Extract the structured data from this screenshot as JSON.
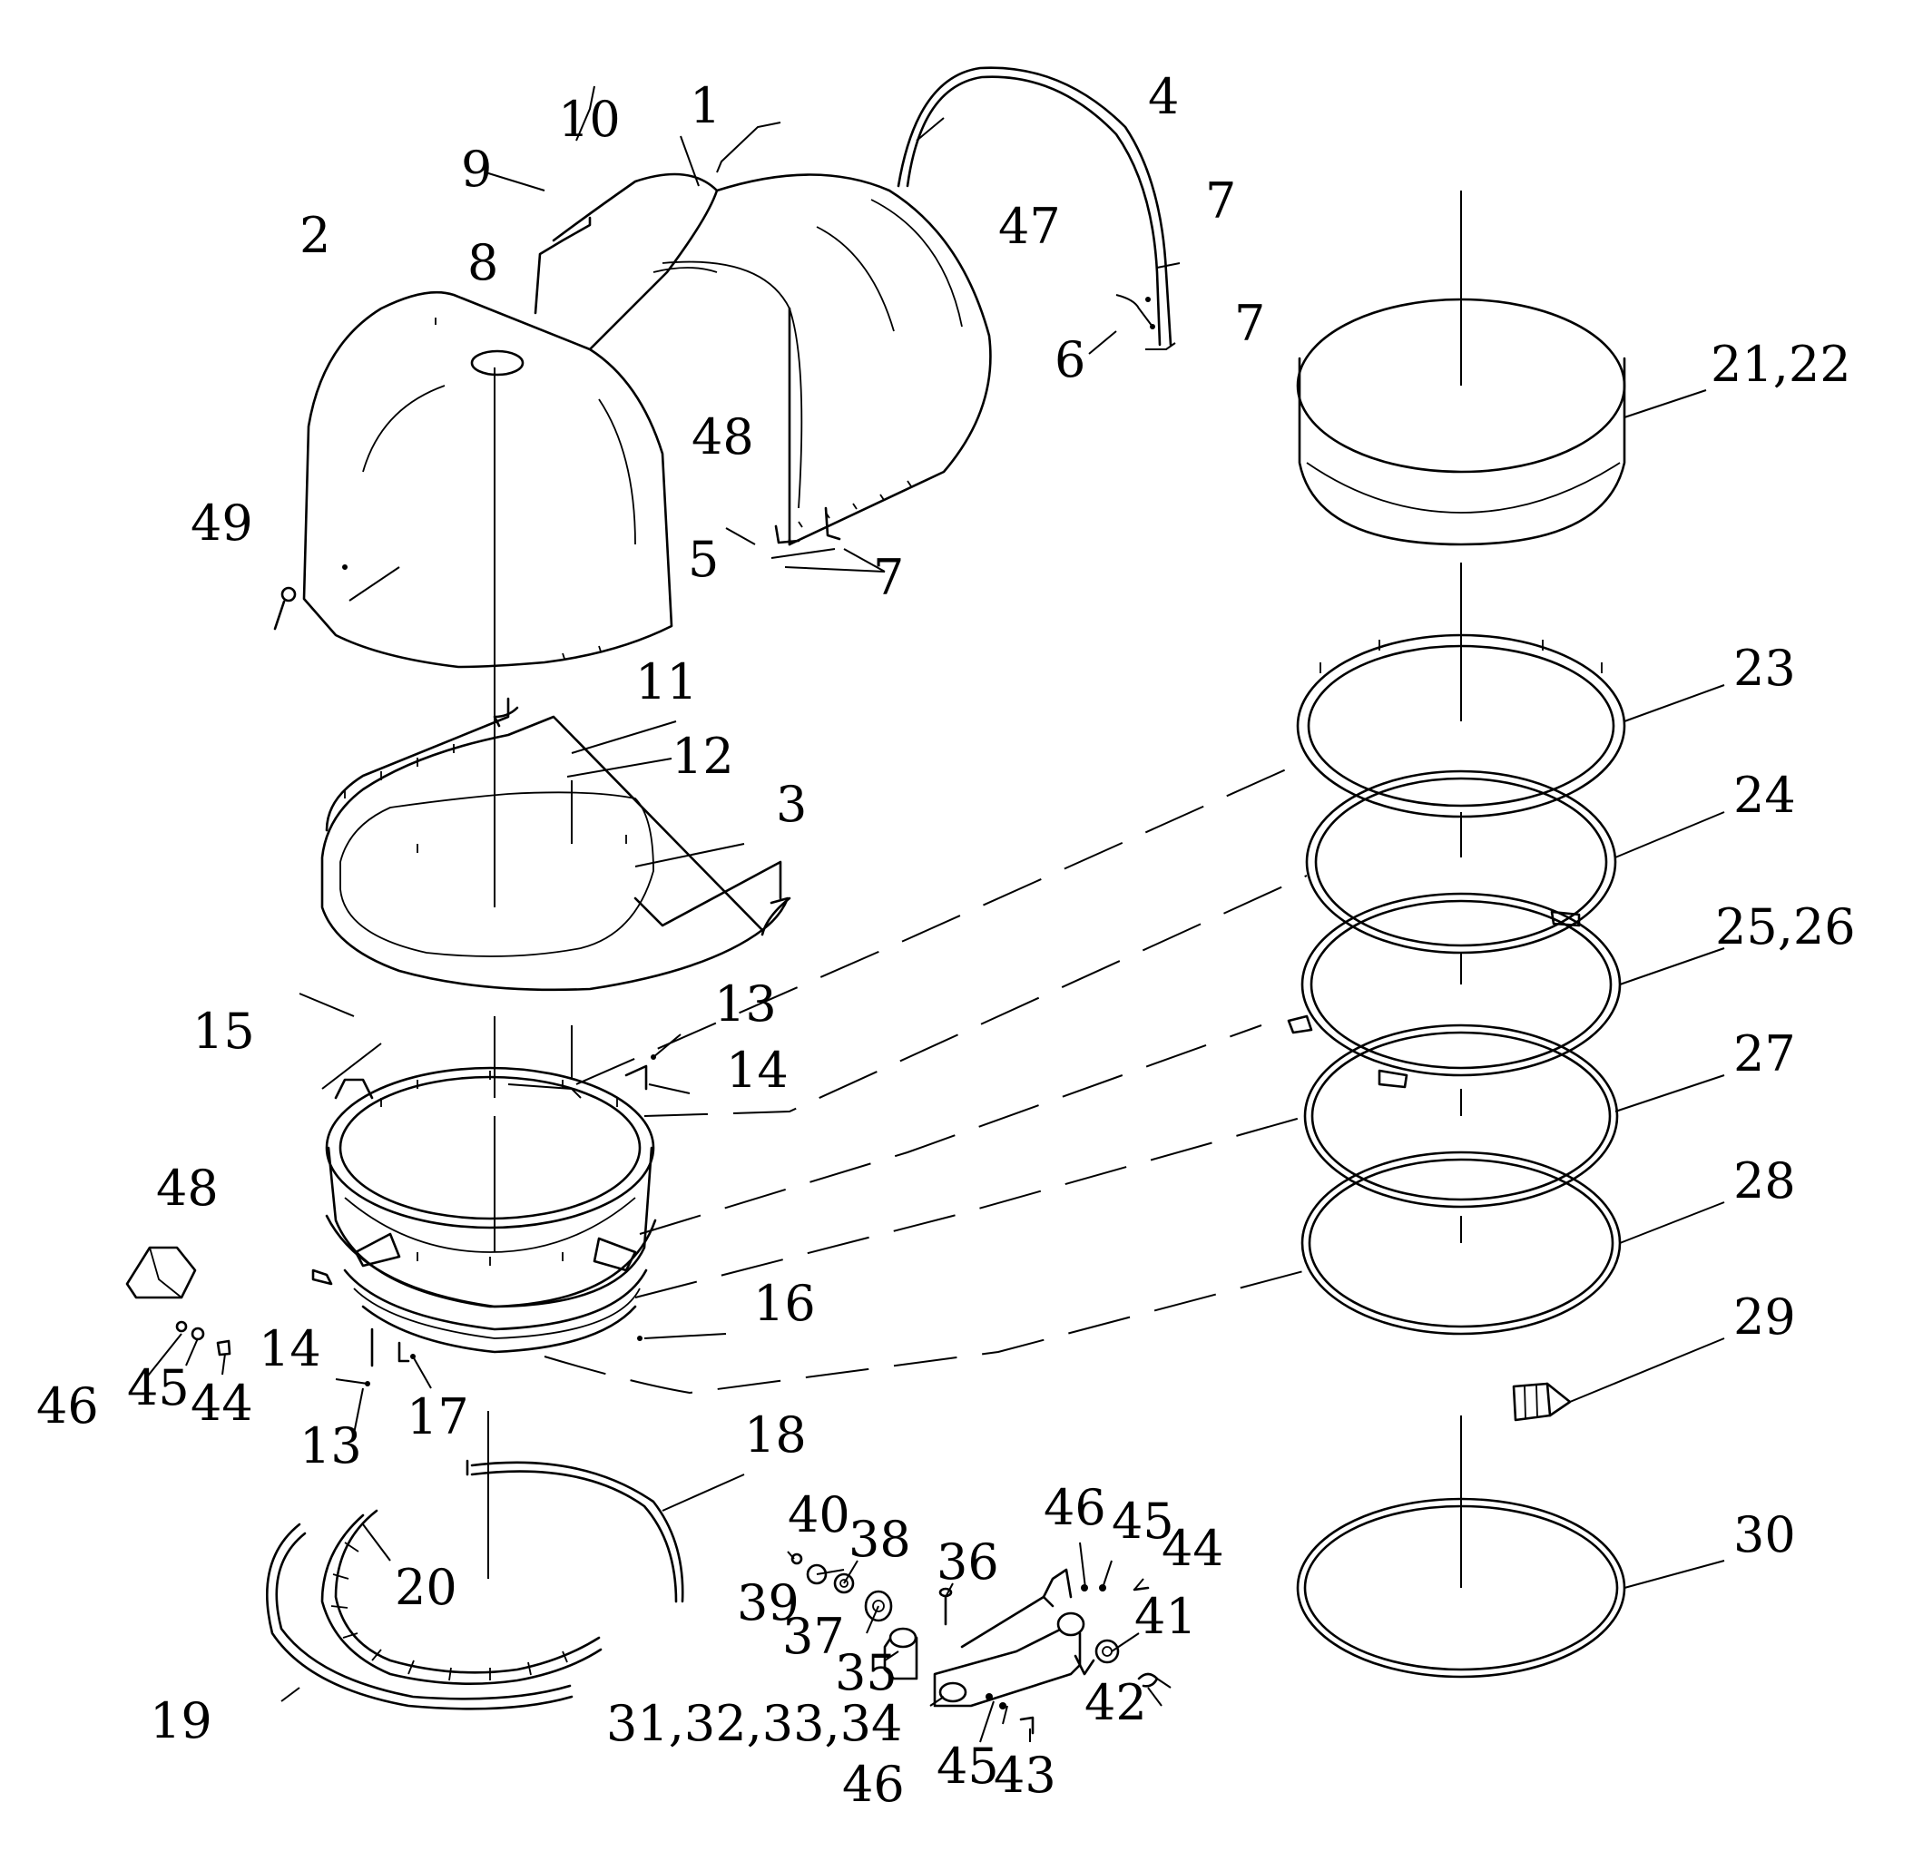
{
  "labels": [
    {
      "id": "l1",
      "text": "1"
    },
    {
      "id": "l2",
      "text": "2"
    },
    {
      "id": "l3",
      "text": "3"
    },
    {
      "id": "l4",
      "text": "4"
    },
    {
      "id": "l5",
      "text": "5"
    },
    {
      "id": "l6",
      "text": "6"
    },
    {
      "id": "l7a",
      "text": "7"
    },
    {
      "id": "l7b",
      "text": "7"
    },
    {
      "id": "l7c",
      "text": "7"
    },
    {
      "id": "l8",
      "text": "8"
    },
    {
      "id": "l9",
      "text": "9"
    },
    {
      "id": "l10",
      "text": "10"
    },
    {
      "id": "l11",
      "text": "11"
    },
    {
      "id": "l12",
      "text": "12"
    },
    {
      "id": "l13a",
      "text": "13"
    },
    {
      "id": "l13b",
      "text": "13"
    },
    {
      "id": "l14a",
      "text": "14"
    },
    {
      "id": "l14b",
      "text": "14"
    },
    {
      "id": "l15",
      "text": "15"
    },
    {
      "id": "l16",
      "text": "16"
    },
    {
      "id": "l17",
      "text": "17"
    },
    {
      "id": "l18",
      "text": "18"
    },
    {
      "id": "l19",
      "text": "19"
    },
    {
      "id": "l20",
      "text": "20"
    },
    {
      "id": "l21",
      "text": "21,22"
    },
    {
      "id": "l23",
      "text": "23"
    },
    {
      "id": "l24",
      "text": "24"
    },
    {
      "id": "l25",
      "text": "25,26"
    },
    {
      "id": "l27",
      "text": "27"
    },
    {
      "id": "l28",
      "text": "28"
    },
    {
      "id": "l29",
      "text": "29"
    },
    {
      "id": "l30",
      "text": "30"
    },
    {
      "id": "l31",
      "text": "31,32,33,34"
    },
    {
      "id": "l35",
      "text": "35"
    },
    {
      "id": "l36",
      "text": "36"
    },
    {
      "id": "l37",
      "text": "37"
    },
    {
      "id": "l38",
      "text": "38"
    },
    {
      "id": "l39",
      "text": "39"
    },
    {
      "id": "l40",
      "text": "40"
    },
    {
      "id": "l41",
      "text": "41"
    },
    {
      "id": "l42",
      "text": "42"
    },
    {
      "id": "l43",
      "text": "43"
    },
    {
      "id": "l44a",
      "text": "44"
    },
    {
      "id": "l44b",
      "text": "44"
    },
    {
      "id": "l45a",
      "text": "45"
    },
    {
      "id": "l45b",
      "text": "45"
    },
    {
      "id": "l45c",
      "text": "45"
    },
    {
      "id": "l46a",
      "text": "46"
    },
    {
      "id": "l46b",
      "text": "46"
    },
    {
      "id": "l46c",
      "text": "46"
    },
    {
      "id": "l47",
      "text": "47"
    },
    {
      "id": "l48a",
      "text": "48"
    },
    {
      "id": "l48b",
      "text": "48"
    },
    {
      "id": "l49",
      "text": "49"
    }
  ]
}
